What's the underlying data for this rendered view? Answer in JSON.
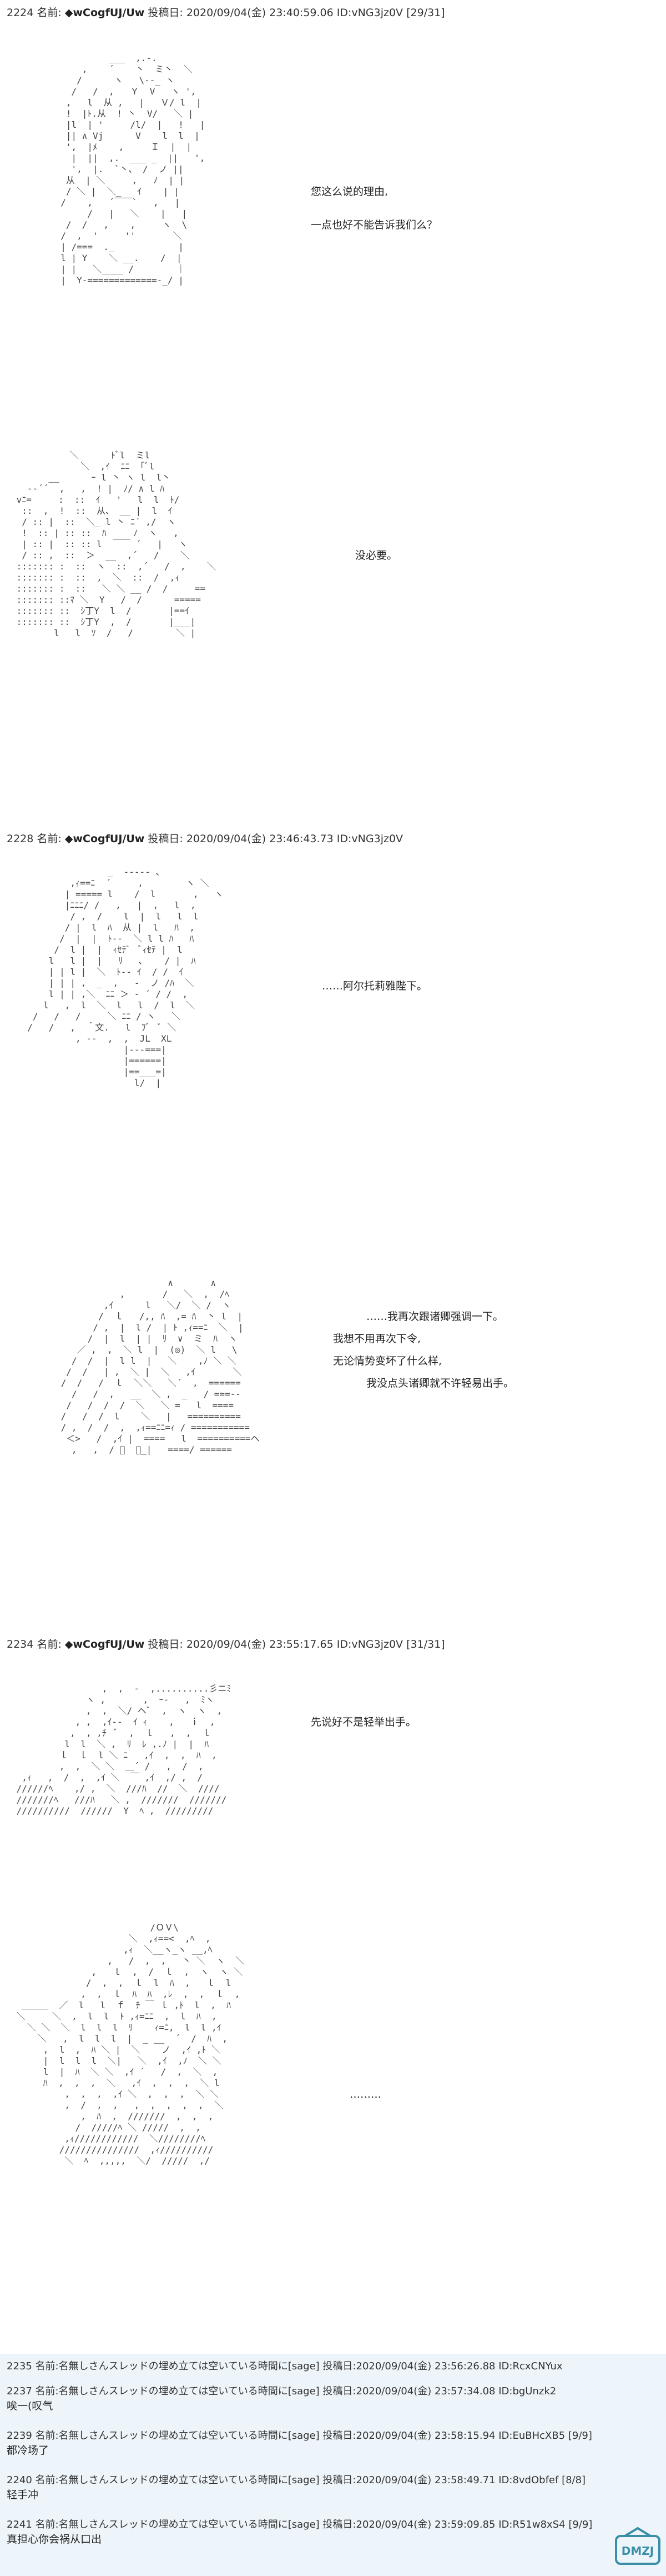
{
  "posts": [
    {
      "header": {
        "num": "2224",
        "name_label": "名前:",
        "trip": "◆wCogfUJ/Uw",
        "date_label": "投稿日:",
        "datetime": "2020/09/04(金) 23:40:59.06",
        "id": "ID:vNG3jz0V",
        "count": "[29/31]"
      },
      "scenes": [
        {
          "speech": "您这么说的理由,\n\n一点也好不能告诉我们么？"
        },
        {
          "speech": "没必要。"
        }
      ]
    },
    {
      "header": {
        "num": "2228",
        "name_label": "名前:",
        "trip": "◆wCogfUJ/Uw",
        "date_label": "投稿日:",
        "datetime": "2020/09/04(金) 23:46:43.73",
        "id": "ID:vNG3jz0V",
        "count": ""
      },
      "scenes": [
        {
          "speech": "……阿尔托莉雅陛下。"
        },
        {
          "speech1": "……我再次跟诸卿强调一下。",
          "speech2": "我想不用再次下令,",
          "speech3": "无论情势变坏了什么样,",
          "speech4": "我没点头诸卿就不许轻易出手。"
        }
      ]
    },
    {
      "header": {
        "num": "2234",
        "name_label": "名前:",
        "trip": "◆wCogfUJ/Uw",
        "date_label": "投稿日:",
        "datetime": "2020/09/04(金) 23:55:17.65",
        "id": "ID:vNG3jz0V",
        "count": "[31/31]"
      },
      "scenes": [
        {
          "speech": "先说好不是轻举出手。"
        },
        {
          "speech": "………"
        }
      ]
    }
  ],
  "replies": [
    {
      "num": "2235",
      "name_label": "名前:",
      "name": "名無しさんスレッドの埋め立ては空いている時間に[sage]",
      "date_label": "投稿日:",
      "datetime": "2020/09/04(金) 23:56:26.88",
      "id": "ID:RcxCNYux",
      "count": "",
      "body": ""
    },
    {
      "num": "2237",
      "name_label": "名前:",
      "name": "名無しさんスレッドの埋め立ては空いている時間に[sage]",
      "date_label": "投稿日:",
      "datetime": "2020/09/04(金) 23:57:34.08",
      "id": "ID:bgUnzk2",
      "count": "",
      "body": "唉一(叹气"
    },
    {
      "num": "2239",
      "name_label": "名前:",
      "name": "名無しさんスレッドの埋め立ては空いている時間に[sage]",
      "date_label": "投稿日:",
      "datetime": "2020/09/04(金) 23:58:15.94",
      "id": "ID:EuBHcXB5",
      "count": "[9/9]",
      "body": "都冷场了"
    },
    {
      "num": "2240",
      "name_label": "名前:",
      "name": "名無しさんスレッドの埋め立ては空いている時間に[sage]",
      "date_label": "投稿日:",
      "datetime": "2020/09/04(金) 23:58:49.71",
      "id": "ID:8vdObfef",
      "count": "[8/8]",
      "body": "轻手冲"
    },
    {
      "num": "2241",
      "name_label": "名前:",
      "name": "名無しさんスレッドの埋め立ては空いている時間に[sage]",
      "date_label": "投稿日:",
      "datetime": "2020/09/04(金) 23:59:09.85",
      "id": "ID:R51w8xS4",
      "count": "[9/9]",
      "body": "真担心你会祸从口出"
    }
  ],
  "colors": {
    "footer_bg": "#eef5fa",
    "logo_teal": "#3a8fa8"
  },
  "logo": {
    "text": "DMZJ"
  }
}
